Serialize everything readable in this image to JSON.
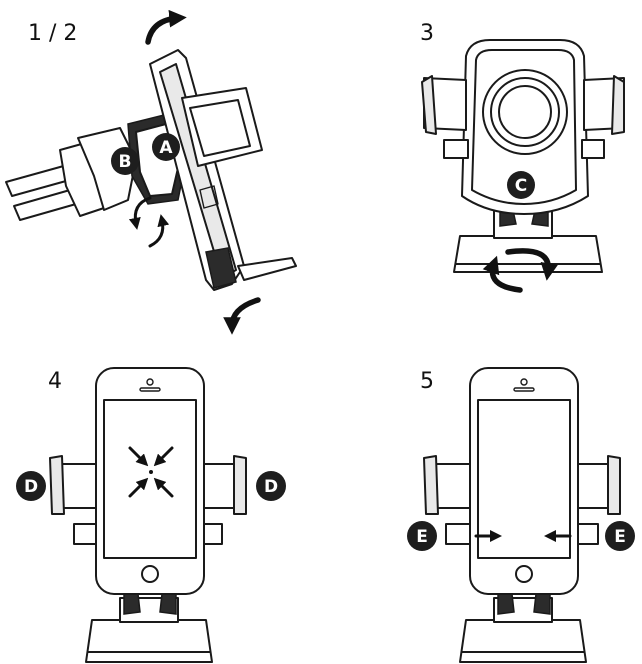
{
  "steps": {
    "step1": "1 / 2",
    "step3": "3",
    "step4": "4",
    "step5": "5"
  },
  "badges": {
    "a": "A",
    "b": "B",
    "c": "C",
    "d": "D",
    "e": "E"
  },
  "colors": {
    "line": "#1a1a1a",
    "badge_fill": "#1e1e1e",
    "badge_text": "#ffffff",
    "background": "#ffffff"
  },
  "icons": [
    "rotate-arrow-icon",
    "compress-arrows-icon",
    "push-arrow-icon"
  ]
}
